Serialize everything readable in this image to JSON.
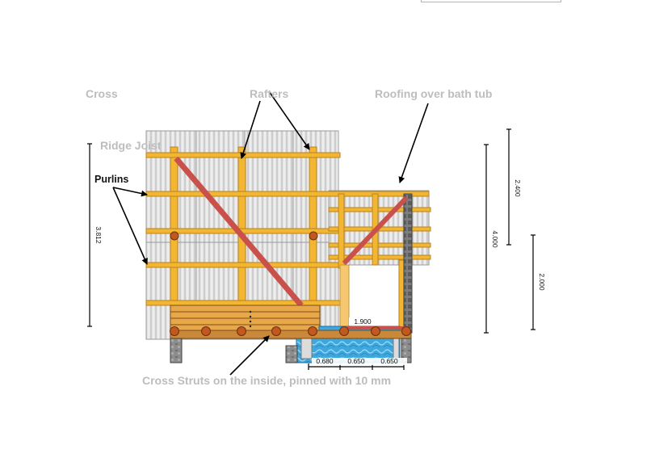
{
  "labels": {
    "cross": "Cross",
    "rafters": "Rafters",
    "roofing": "Roofing over bath tub",
    "ridge_joist": "Ridge Joist",
    "purlins": "Purlins",
    "cross_struts": "Cross Struts on the inside, pinned with 10 mm"
  },
  "dimensions": {
    "left_height": "3.812",
    "overall_height": "4.000",
    "upper_right": "2.400",
    "lower_right": "2.000",
    "tub_width": "1.900",
    "seg1": "0.680",
    "seg2": "0.650",
    "seg3": "0.650"
  },
  "colors": {
    "timber": "#f2b632",
    "timber_edge": "#b8831c",
    "brace": "#c9504b",
    "water": "#41a9e0",
    "cladding": "#e0e0e0"
  }
}
